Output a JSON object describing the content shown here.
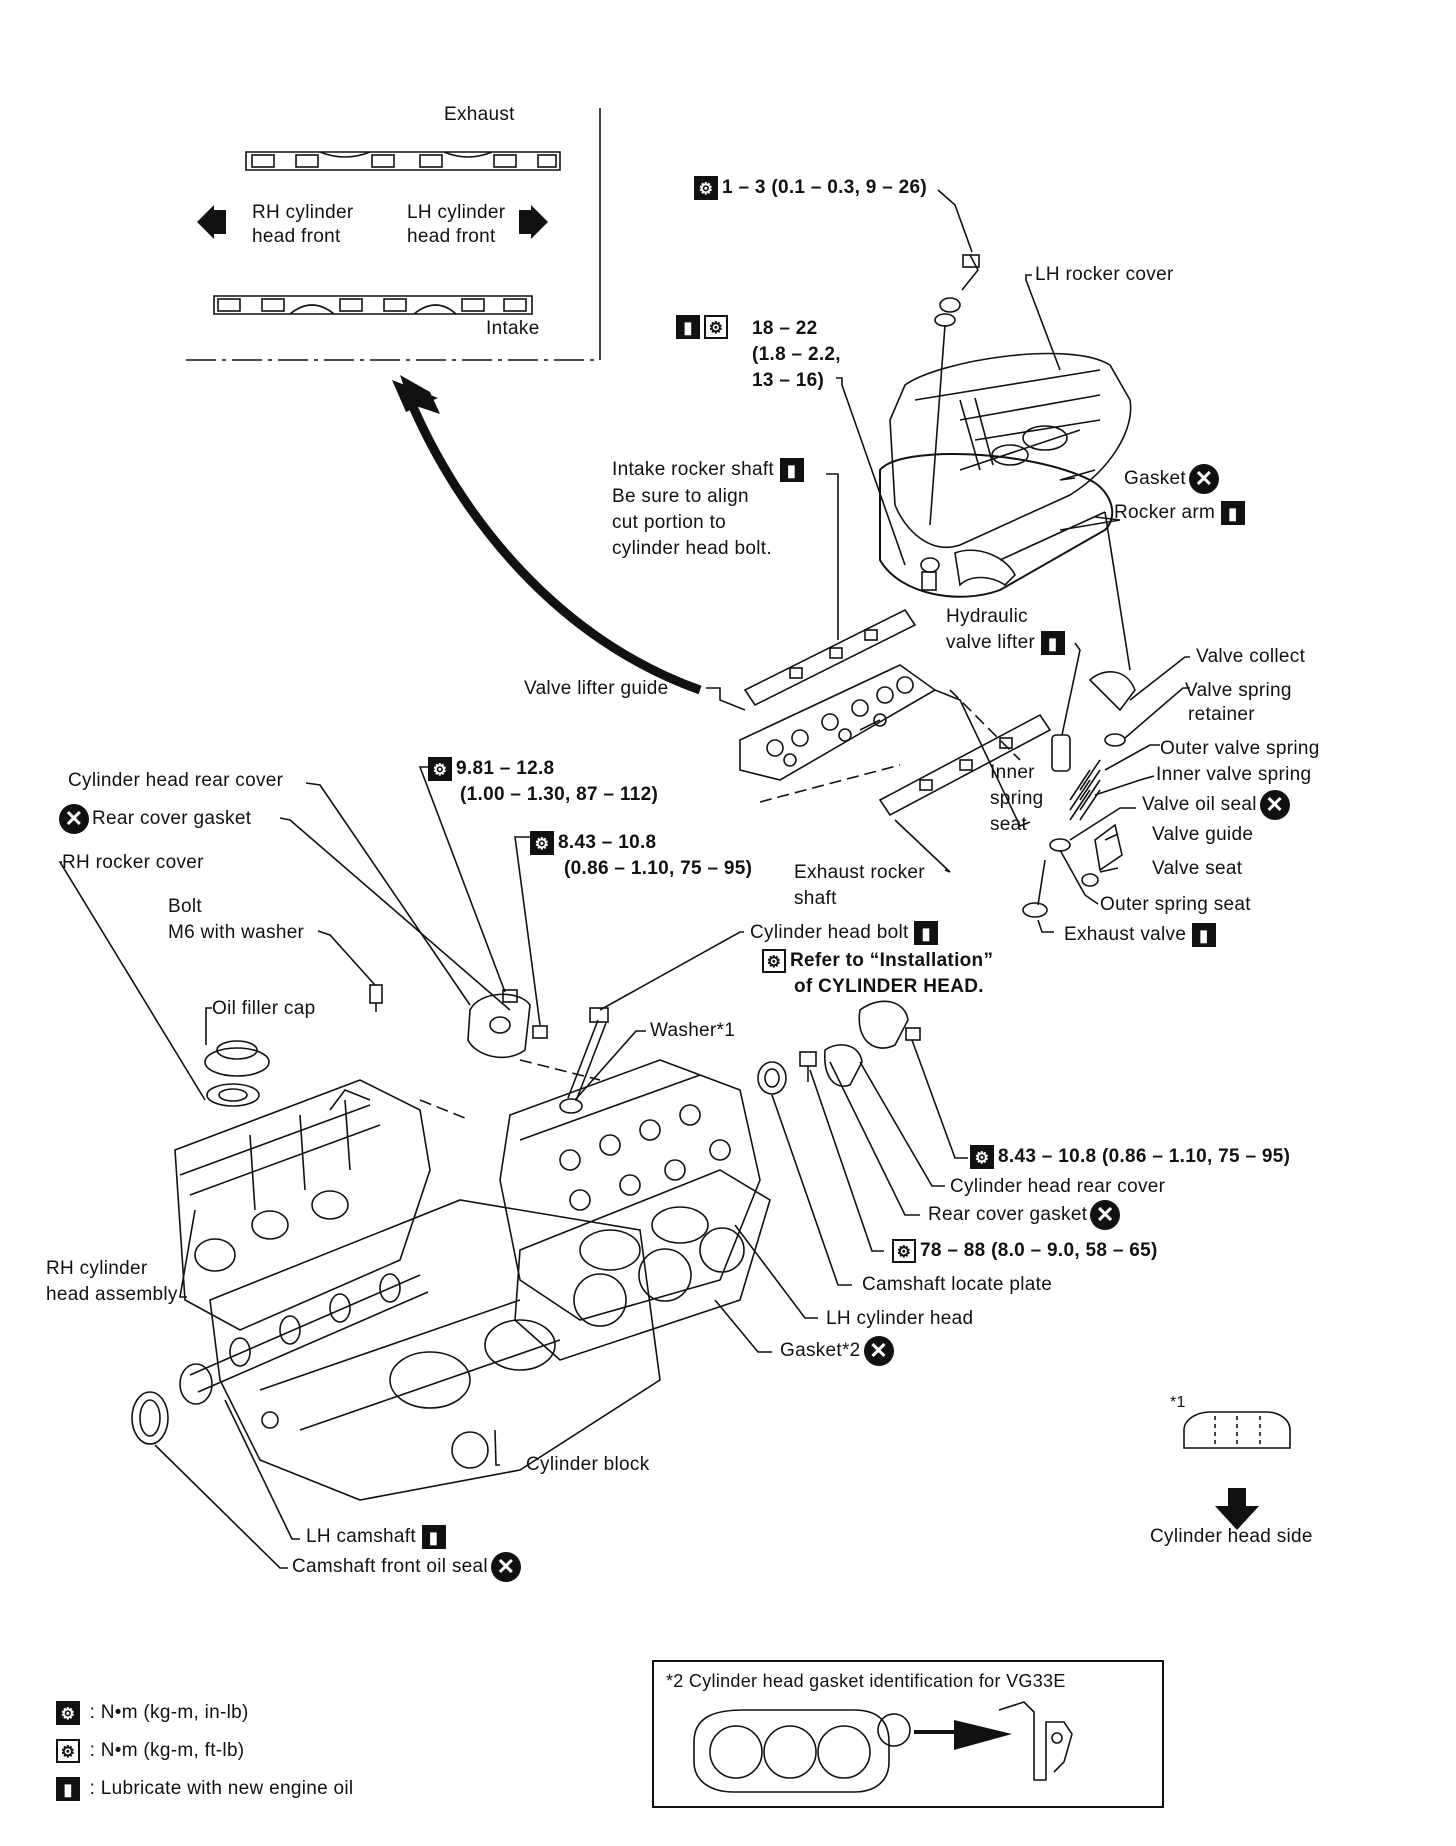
{
  "inset": {
    "exhaust": "Exhaust",
    "intake": "Intake",
    "rh_front": [
      "RH cylinder",
      "head front"
    ],
    "lh_front": [
      "LH cylinder",
      "head front"
    ]
  },
  "labels": {
    "lh_rocker_cover": "LH rocker cover",
    "torque_top": "1 – 3 (0.1 – 0.3, 9 – 26)",
    "torque_18": [
      "18 – 22",
      "(1.8 – 2.2,",
      "13 – 16)"
    ],
    "intake_rocker_shaft": [
      "Intake rocker shaft",
      "Be sure to align",
      "cut portion to",
      "cylinder head bolt."
    ],
    "gasket": "Gasket",
    "rocker_arm": "Rocker arm",
    "hydraulic_valve_lifter": [
      "Hydraulic",
      "valve lifter"
    ],
    "valve_collect": "Valve collect",
    "valve_spring_retainer": [
      "Valve spring",
      "retainer"
    ],
    "outer_valve_spring": "Outer valve spring",
    "inner_valve_spring": "Inner valve spring",
    "valve_oil_seal": "Valve oil seal",
    "valve_guide": "Valve guide",
    "valve_seat": "Valve seat",
    "outer_spring_seat": "Outer spring seat",
    "exhaust_valve": "Exhaust valve",
    "inner_spring_seat": [
      "Inner",
      "spring",
      "seat"
    ],
    "exhaust_rocker_shaft": [
      "Exhaust rocker",
      "shaft"
    ],
    "valve_lifter_guide": "Valve lifter guide",
    "cyl_head_rear_cover": "Cylinder head rear cover",
    "rear_cover_gasket": "Rear cover gasket",
    "rh_rocker_cover": "RH rocker cover",
    "bolt": [
      "Bolt",
      "M6 with washer"
    ],
    "oil_filler_cap": "Oil filler cap",
    "torque_981": [
      "9.81 – 12.8",
      "(1.00 – 1.30, 87 – 112)"
    ],
    "torque_843_a": [
      "8.43 – 10.8",
      "(0.86 – 1.10, 75 – 95)"
    ],
    "cylinder_head_bolt": "Cylinder head bolt",
    "refer_install": [
      "Refer to “Installation”",
      "of CYLINDER HEAD."
    ],
    "washer": "Washer*1",
    "torque_843_b": "8.43 – 10.8 (0.86 – 1.10, 75 – 95)",
    "cyl_head_rear_cover_2": "Cylinder head rear cover",
    "rear_cover_gasket_2": "Rear cover gasket",
    "torque_78": "78 – 88 (8.0 – 9.0, 58 – 65)",
    "camshaft_locate_plate": "Camshaft locate plate",
    "lh_cylinder_head": "LH cylinder head",
    "gasket_2": "Gasket*2",
    "rh_cylinder_head_assembly": [
      "RH cylinder",
      "head assembly"
    ],
    "cylinder_block": "Cylinder block",
    "lh_camshaft": "LH camshaft",
    "camshaft_front_oil_seal": "Camshaft front oil seal",
    "star1": "*1",
    "cylinder_head_side": "Cylinder head side"
  },
  "legend": {
    "nm_in_lb": ": N•m (kg-m, in-lb)",
    "nm_ft_lb": ": N•m (kg-m, ft-lb)",
    "lubricate": ": Lubricate with new engine oil"
  },
  "gasket_id": "*2 Cylinder head gasket identification for VG33E"
}
